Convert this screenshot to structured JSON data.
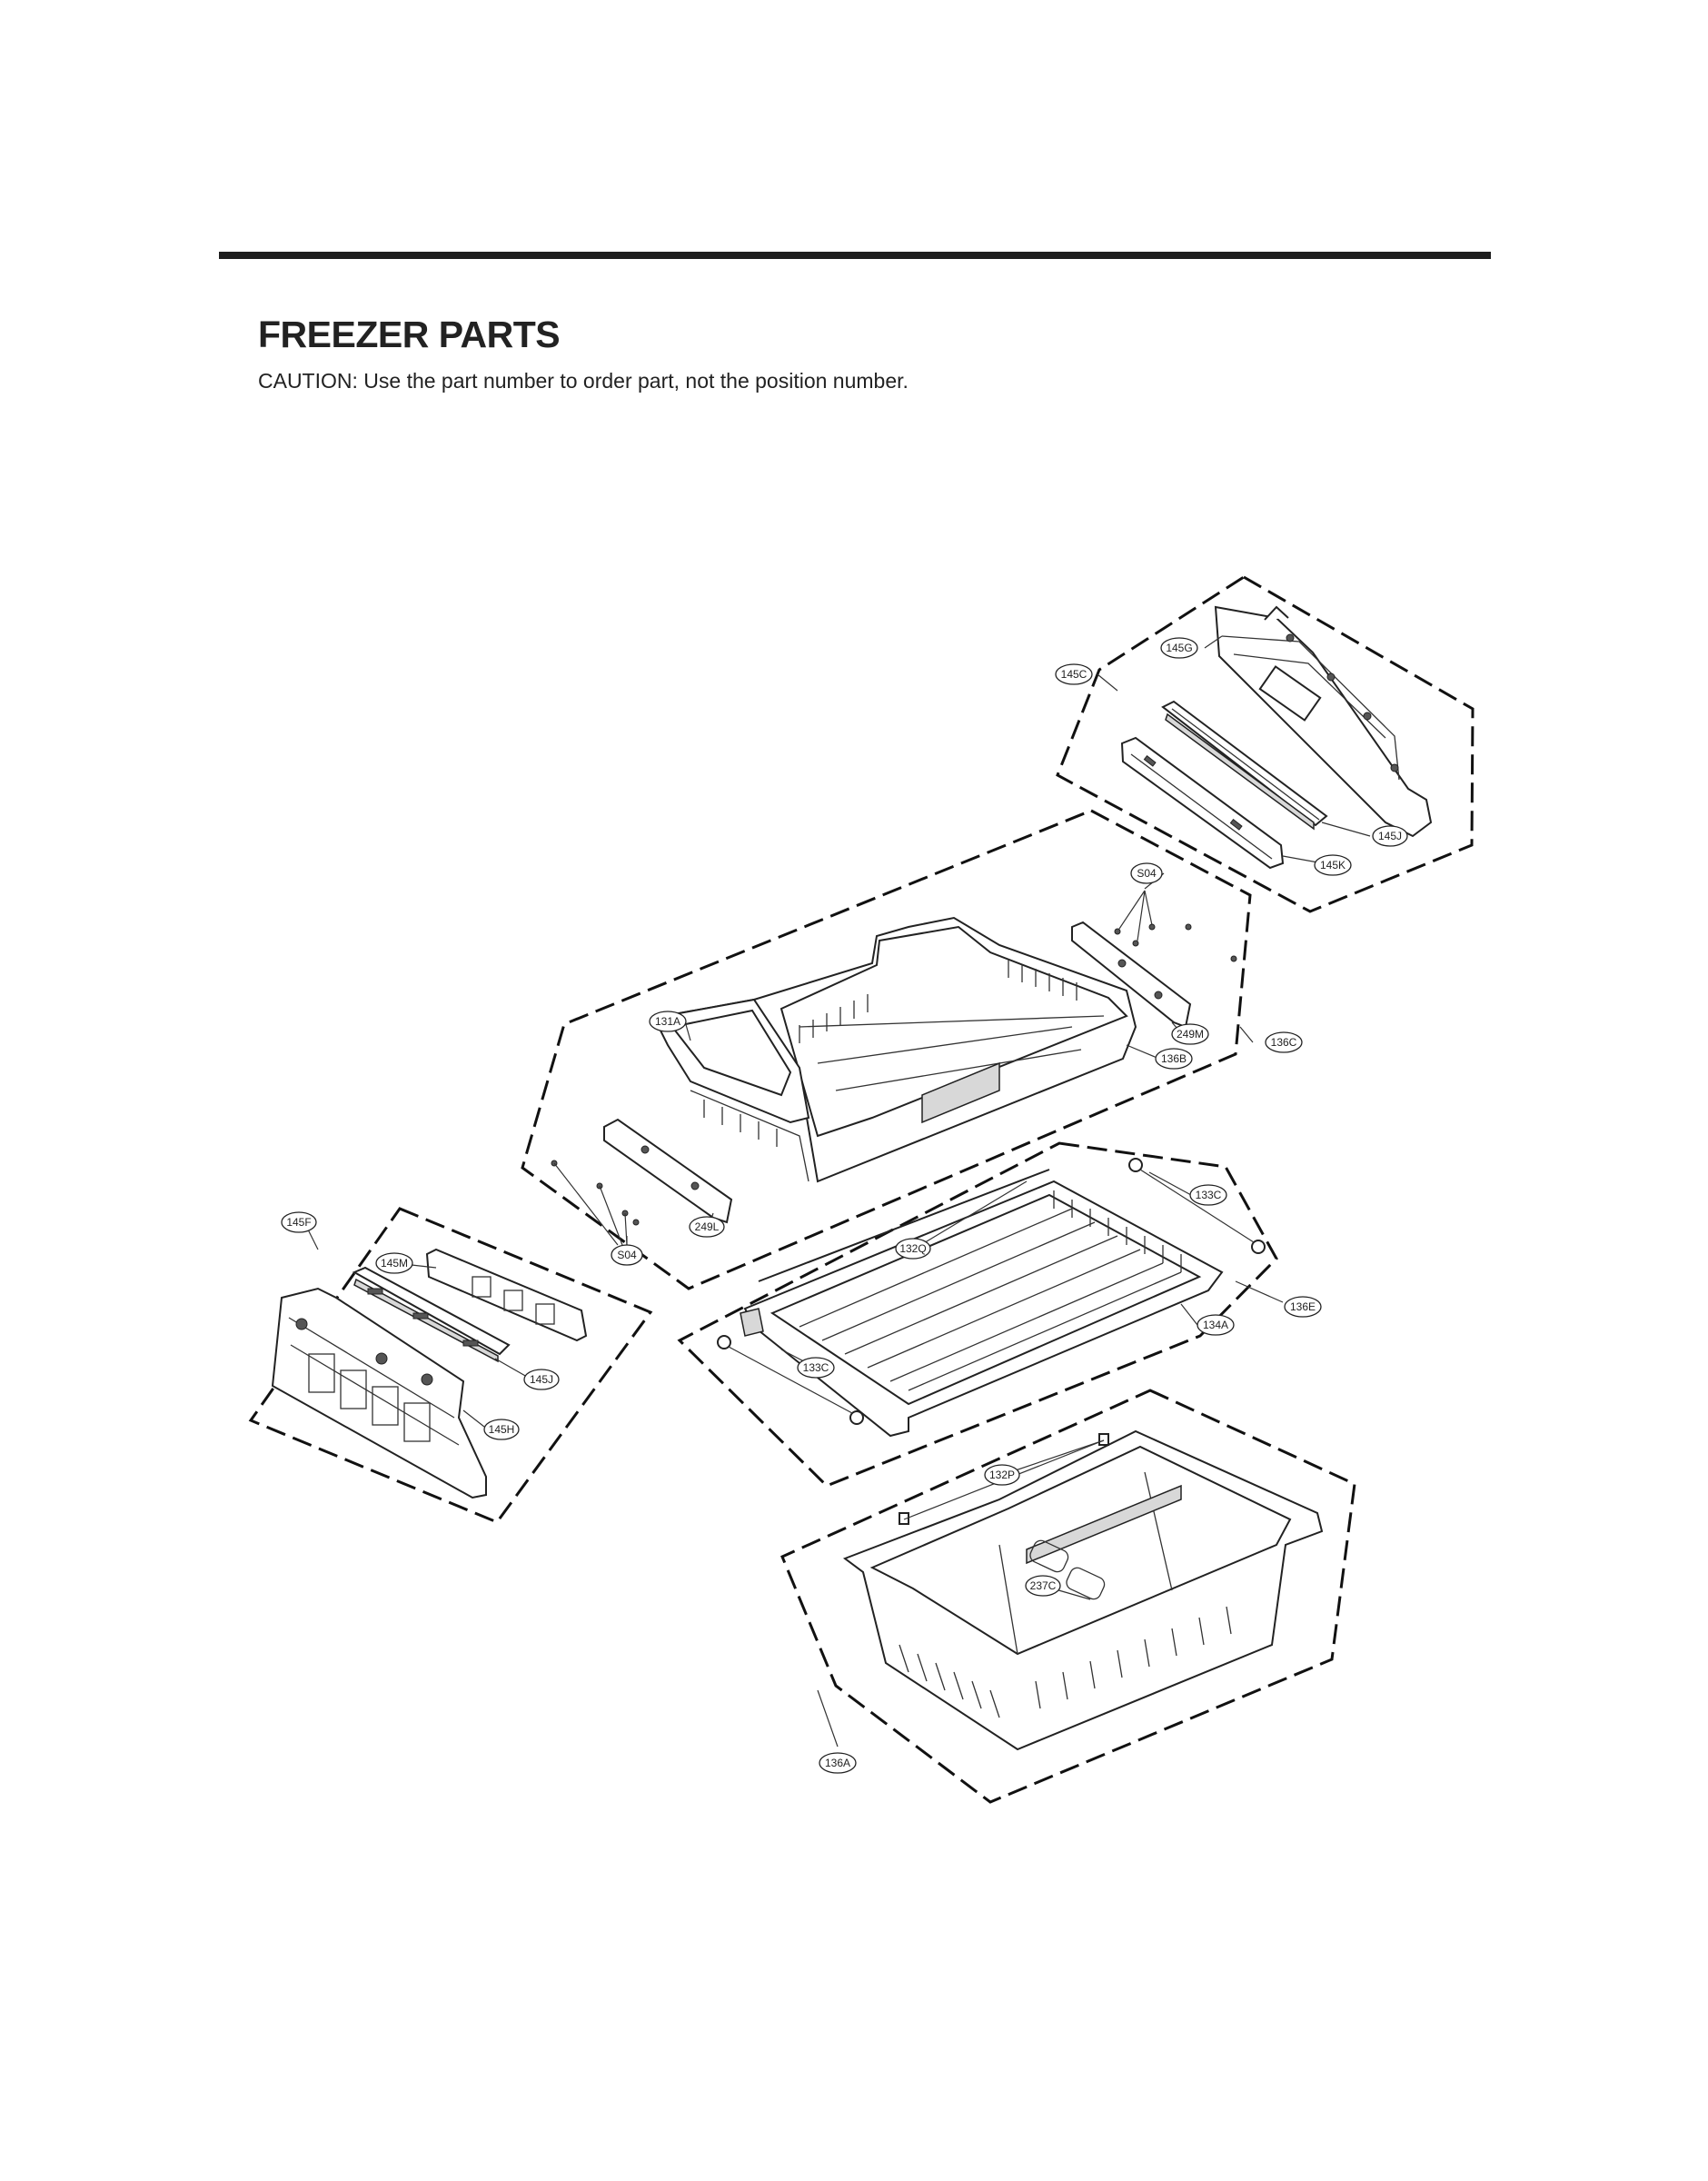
{
  "header": {
    "title": "FREEZER PARTS",
    "caution": "CAUTION: Use the part number to order part, not the position number."
  },
  "callouts": {
    "c145G": "145G",
    "c145C": "145C",
    "c145J_top": "145J",
    "c145K": "145K",
    "c136C": "136C",
    "c249M": "249M",
    "c136B": "136B",
    "c131A": "131A",
    "cS04_top": "S04",
    "cS04_left": "S04",
    "c249L": "249L",
    "c145F": "145F",
    "c145M": "145M",
    "c145J_left": "145J",
    "c145H": "145H",
    "c133C_top": "133C",
    "c132Q": "132Q",
    "c136E": "136E",
    "c134A": "134A",
    "c133C_left": "133C",
    "c132P": "132P",
    "c237C": "237C",
    "c136A": "136A"
  }
}
